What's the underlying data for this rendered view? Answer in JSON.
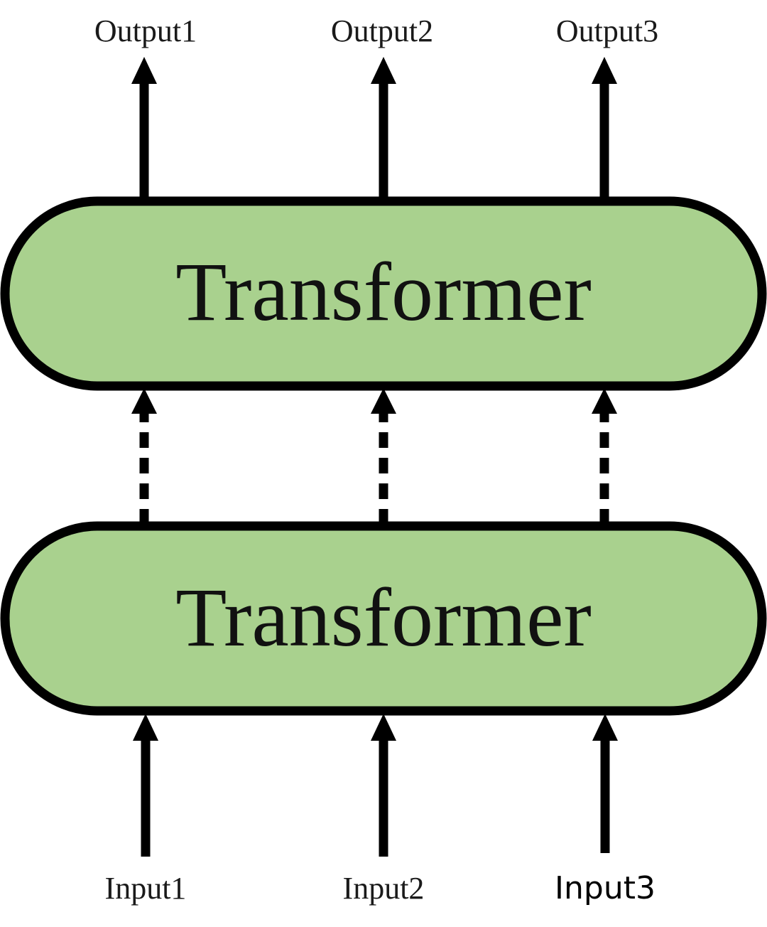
{
  "diagram": {
    "outputs": [
      "Output1",
      "Output2",
      "Output3"
    ],
    "inputs": [
      "Input1",
      "Input2",
      "Input3"
    ],
    "top_block": {
      "label": "Transformer"
    },
    "bottom_block": {
      "label": "Transformer"
    }
  },
  "colors": {
    "block_fill": "#a9d18e",
    "outline": "#000000"
  }
}
